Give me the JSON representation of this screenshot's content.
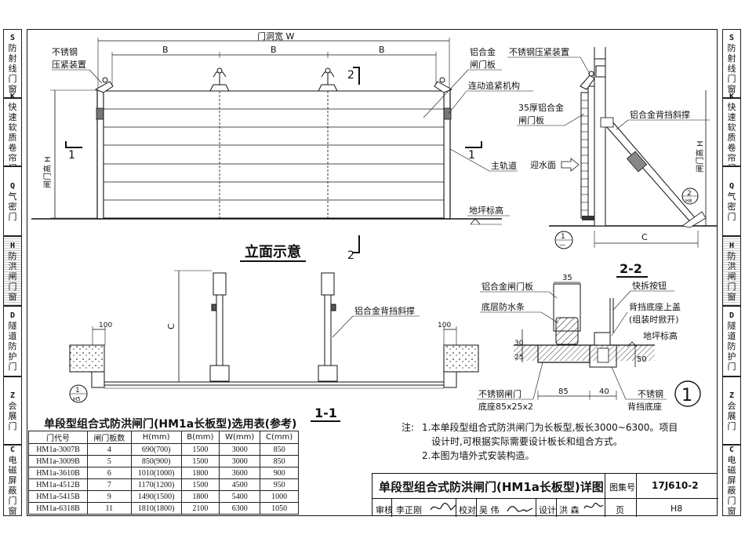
{
  "side_tabs_left": [
    {
      "code": "S",
      "label": "防射线门窗"
    },
    {
      "code": "K",
      "label": "快速软质卷帘门"
    },
    {
      "code": "Q",
      "label": "气密门"
    },
    {
      "code": "H",
      "label": "防洪闸门窗",
      "active": true
    },
    {
      "code": "D",
      "label": "隧道防护门"
    },
    {
      "code": "Z",
      "label": "会展门"
    },
    {
      "code": "C",
      "label": "电磁屏蔽门窗"
    }
  ],
  "side_tabs_right": [
    {
      "code": "S",
      "label": "防射线门窗"
    },
    {
      "code": "K",
      "label": "快速软质卷帘门"
    },
    {
      "code": "Q",
      "label": "气密门"
    },
    {
      "code": "H",
      "label": "防洪闸门窗",
      "active": true
    },
    {
      "code": "D",
      "label": "隧道防护门"
    },
    {
      "code": "Z",
      "label": "会展门"
    },
    {
      "code": "C",
      "label": "电磁屏蔽门窗"
    }
  ],
  "elevation": {
    "width_label": "门洞宽 W",
    "bay_label": "B",
    "height_label": "闸门高 H",
    "title": "立面示意",
    "section_1": "1",
    "section_2": "2",
    "callouts": {
      "stainless_press": "不锈钢压紧装置",
      "alloy_panel": "铝合金闸门板",
      "linkage": "连动追紧机构",
      "main_rail": "主轨道",
      "floor_level": "地坪标高"
    }
  },
  "side_section": {
    "press": "不锈钢压紧装置",
    "panel_35": "35厚铝合金闸门板",
    "brace": "铝合金背挡斜撑",
    "water_face": "迎水面",
    "height_label": "闸门高 H",
    "width_label": "C",
    "detail_ref_top": "2",
    "detail_ref_bottom": "H8",
    "section_ref_top": "1",
    "section_ref_bottom": "—"
  },
  "plan_section": {
    "title": "1-1",
    "dim_100": "100",
    "dim_C": "C",
    "brace_label": "铝合金背挡斜撑",
    "ref_top": "1",
    "ref_bottom": "H5"
  },
  "detail_2_2": {
    "title": "2-2",
    "dim_35": "35",
    "dim_85": "85",
    "dim_40": "40",
    "dim_25": "25",
    "dim_30": "30",
    "dim_50": "50",
    "labels": {
      "panel": "铝合金闸门板",
      "seal": "底层防水条",
      "buckle": "快拆按钮",
      "cover1": "背挡底座上盖",
      "cover2": "(组装时掀开)",
      "floor": "地坪标高",
      "base1": "不锈钢闸门",
      "base2": "底座85x25x2",
      "back1": "不锈钢",
      "back2": "背挡底座"
    },
    "ref": "1"
  },
  "selection_table": {
    "title": "单段型组合式防洪闸门(HM1a长板型)选用表(参考)",
    "headers": [
      "门代号",
      "闸门板数",
      "H(mm)",
      "B(mm)",
      "W(mm)",
      "C(mm)"
    ],
    "rows": [
      [
        "HM1a-3007B",
        "4",
        "690(700)",
        "1500",
        "3000",
        "850"
      ],
      [
        "HM1a-3009B",
        "5",
        "850(900)",
        "1500",
        "3000",
        "850"
      ],
      [
        "HM1a-3610B",
        "6",
        "1010(1000)",
        "1800",
        "3600",
        "900"
      ],
      [
        "HM1a-4512B",
        "7",
        "1170(1200)",
        "1500",
        "4500",
        "950"
      ],
      [
        "HM1a-5415B",
        "9",
        "1490(1500)",
        "1800",
        "5400",
        "1000"
      ],
      [
        "HM1a-6318B",
        "11",
        "1810(1800)",
        "2100",
        "6300",
        "1050"
      ]
    ]
  },
  "notes": {
    "prefix": "注:",
    "items": [
      "1.本单段型组合式防洪闸门为长板型,板长3000~6300。项目",
      "设计时,可根据实际需要设计板长和组合方式。",
      "2.本图为墙外式安装构造。"
    ]
  },
  "title_block": {
    "title": "单段型组合式防洪闸门(HM1a长板型)详图",
    "atlas_label": "图集号",
    "atlas_no": "17J610-2",
    "review": "审核",
    "reviewer": "李正刚",
    "check": "校对",
    "checker": "吴 伟",
    "design": "设计",
    "designer": "洪 森",
    "page_label": "页",
    "page_no": "H8"
  }
}
